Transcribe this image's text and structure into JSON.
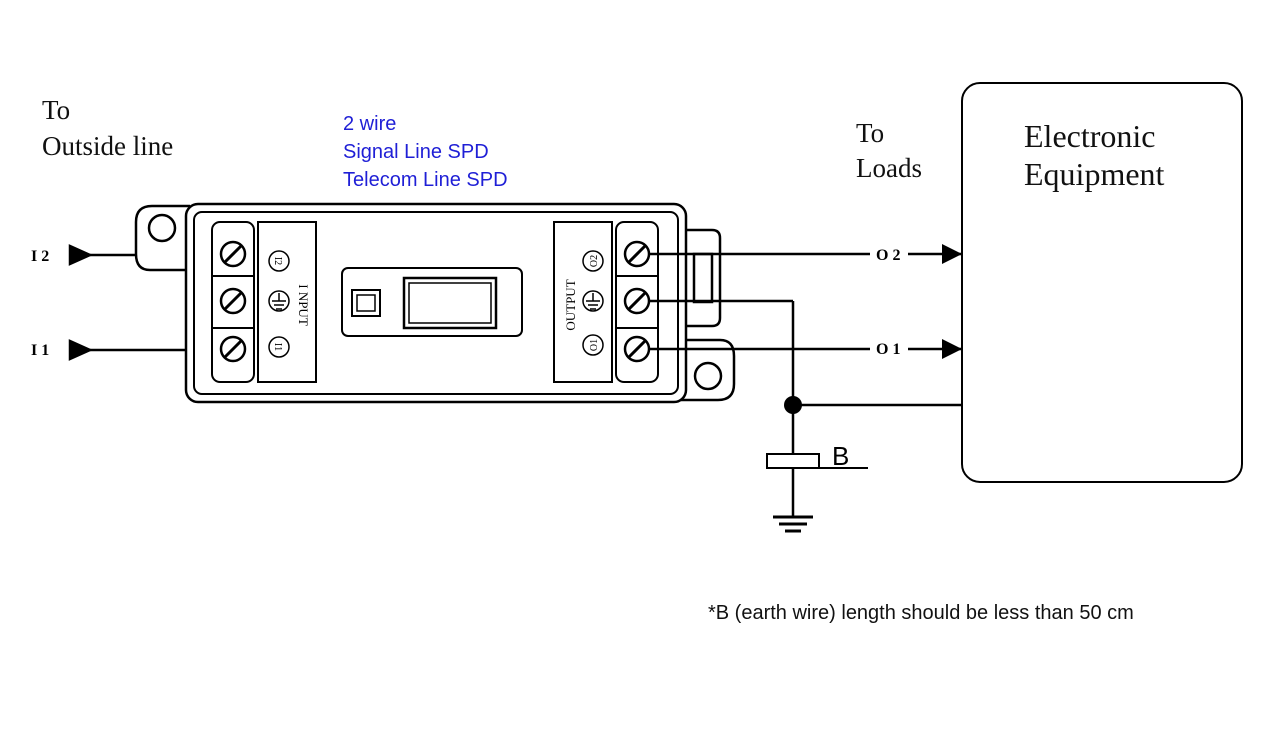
{
  "left_label": {
    "line1": "To",
    "line2": "Outside line"
  },
  "device_caption": {
    "line1": "2 wire",
    "line2": "Signal Line SPD",
    "line3": "Telecom Line SPD",
    "color": "#1f1fd6"
  },
  "loads_label": {
    "line1": "To",
    "line2": "Loads"
  },
  "equipment_label": {
    "line1": "Electronic",
    "line2": "Equipment"
  },
  "input_terminals": {
    "top": "I 2",
    "bottom": "I 1"
  },
  "output_terminals": {
    "top": "O 2",
    "bottom": "O 1"
  },
  "device": {
    "input_block_label": "I NPUT",
    "output_block_label": "OUTPUT",
    "in_top_marker": "I2",
    "in_bottom_marker": "I1",
    "out_top_marker": "O2",
    "out_bottom_marker": "O1"
  },
  "earth_wire_label": "B",
  "footnote": "*B (earth wire) length should be less than 50 cm"
}
